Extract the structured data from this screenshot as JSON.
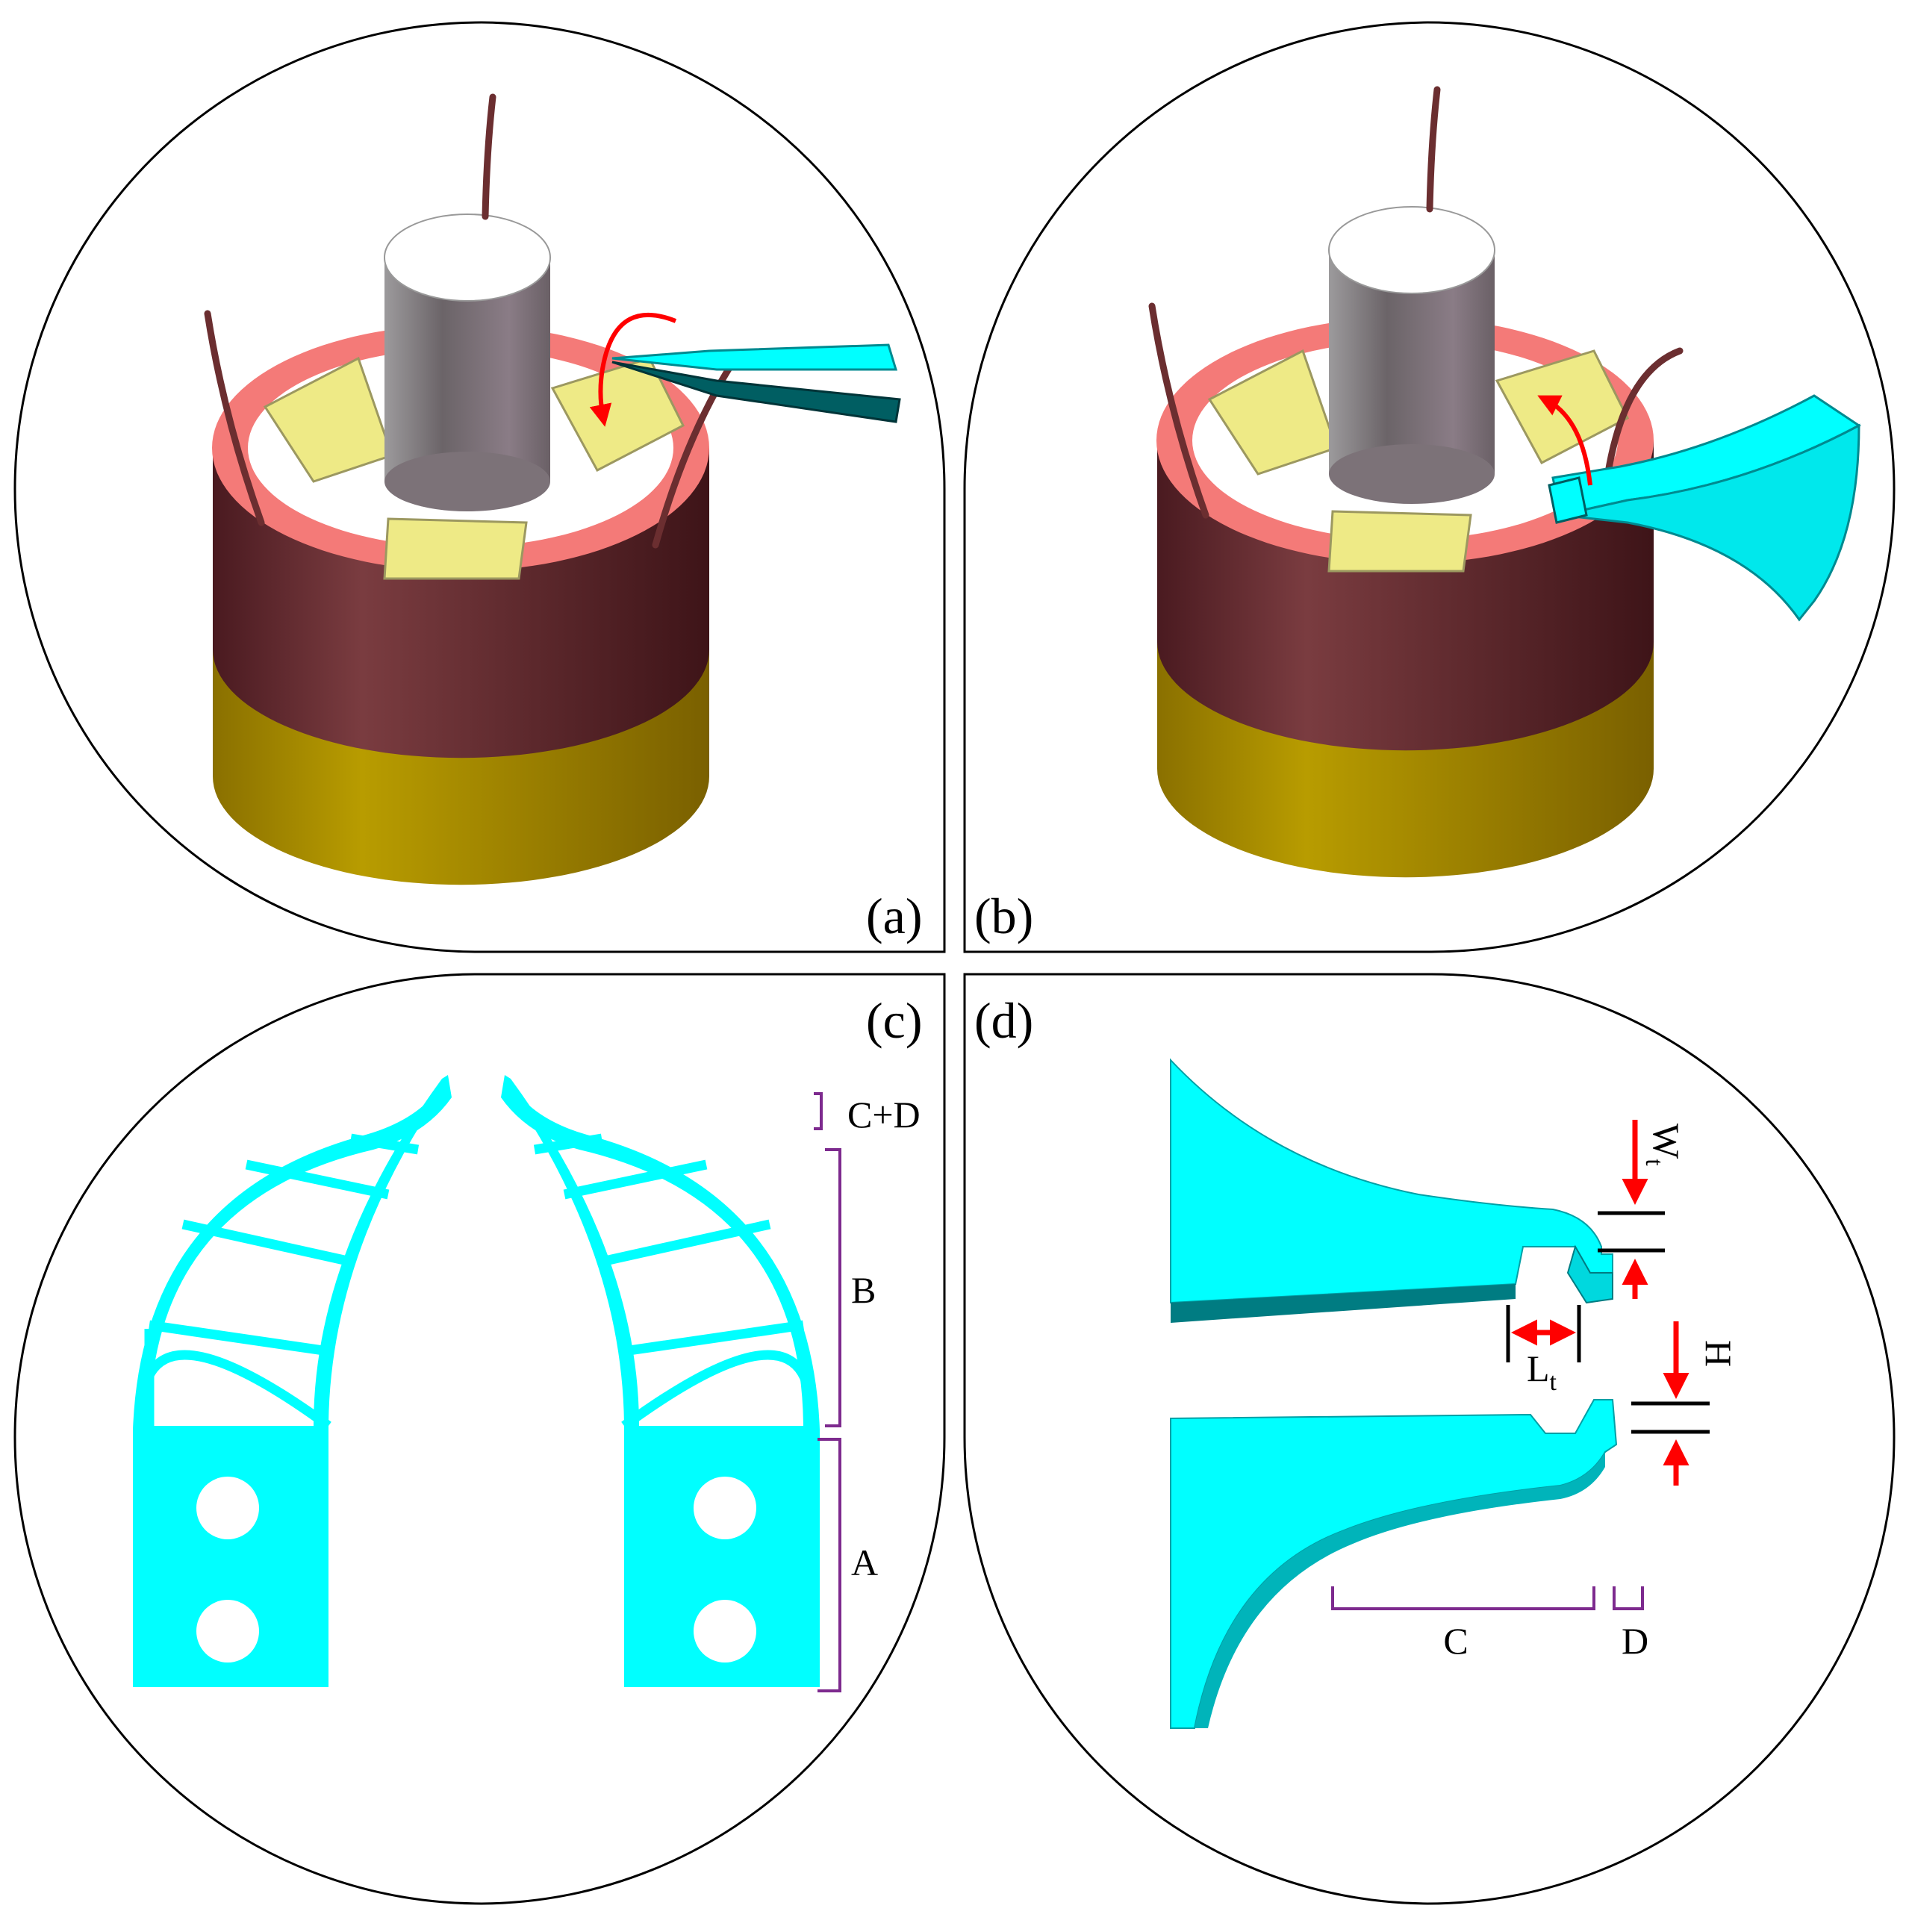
{
  "panels": {
    "a": {
      "label": "(a)"
    },
    "b": {
      "label": "(b)"
    },
    "c": {
      "label": "(c)",
      "brackets": {
        "cd": "C+D",
        "b": "B",
        "a": "A"
      }
    },
    "d": {
      "label": "(d)",
      "dims": {
        "wt_main": "W",
        "wt_sub": "t",
        "lt_main": "L",
        "lt_sub": "t",
        "h": "H",
        "c": "C",
        "d": "D"
      }
    }
  },
  "colors": {
    "gripper": "#00ffff",
    "gripper_dark": "#007c82",
    "ring_top": "#f47a78",
    "coil": "#5e2228",
    "base": "#a58a00",
    "pads": "#eeea86",
    "cylinder": "#7c7278",
    "arrow": "#ff0000",
    "bracket": "#7d2a8e"
  }
}
